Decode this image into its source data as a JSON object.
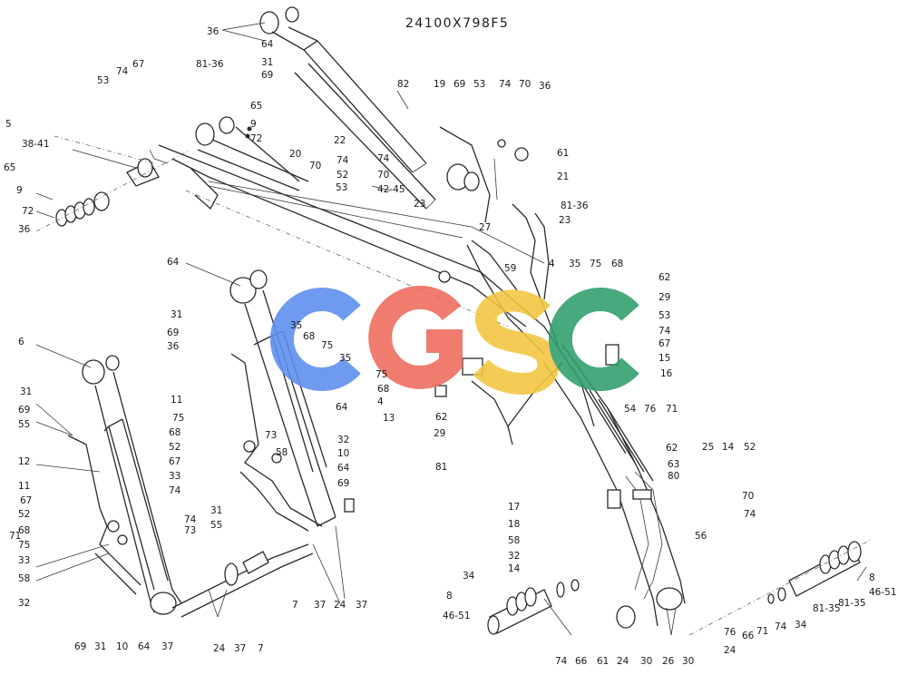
{
  "drawing_number": "24100X798F5",
  "watermark": {
    "letters": [
      "C",
      "G",
      "S",
      "C"
    ],
    "colors": [
      "#5b8def",
      "#ee6a5c",
      "#f3c63e",
      "#2e9e6a"
    ]
  },
  "callouts": [
    "36",
    "64",
    "31",
    "69",
    "67",
    "74",
    "53",
    "81-36",
    "65",
    "9",
    "72",
    "22",
    "82",
    "19",
    "69",
    "53",
    "74",
    "70",
    "36",
    "61",
    "21",
    "20",
    "70",
    "74",
    "52",
    "53",
    "74",
    "70",
    "42-45",
    "23",
    "27",
    "23",
    "81-36",
    "5",
    "38-41",
    "65",
    "9",
    "72",
    "36",
    "64",
    "31",
    "69",
    "36",
    "6",
    "35",
    "68",
    "75",
    "35",
    "75",
    "68",
    "4",
    "13",
    "11",
    "75",
    "68",
    "52",
    "67",
    "33",
    "74",
    "73",
    "58",
    "32",
    "10",
    "64",
    "69",
    "31",
    "55",
    "64",
    "31",
    "69",
    "55",
    "12",
    "11",
    "67",
    "52",
    "68",
    "75",
    "33",
    "58",
    "32",
    "74",
    "73",
    "69",
    "31",
    "10",
    "64",
    "37",
    "24",
    "37",
    "7",
    "7",
    "37",
    "24",
    "37",
    "62",
    "29",
    "81",
    "59",
    "4",
    "35",
    "75",
    "68",
    "62",
    "29",
    "53",
    "74",
    "67",
    "15",
    "16",
    "54",
    "76",
    "71",
    "62",
    "25",
    "14",
    "52",
    "63",
    "80",
    "70",
    "74",
    "17",
    "18",
    "58",
    "32",
    "14",
    "56",
    "76",
    "71",
    "24",
    "30",
    "30",
    "26",
    "24",
    "61",
    "66",
    "74",
    "34",
    "8",
    "46-51",
    "81-35",
    "8",
    "46-51",
    "81-35",
    "34",
    "74",
    "66",
    "71"
  ]
}
